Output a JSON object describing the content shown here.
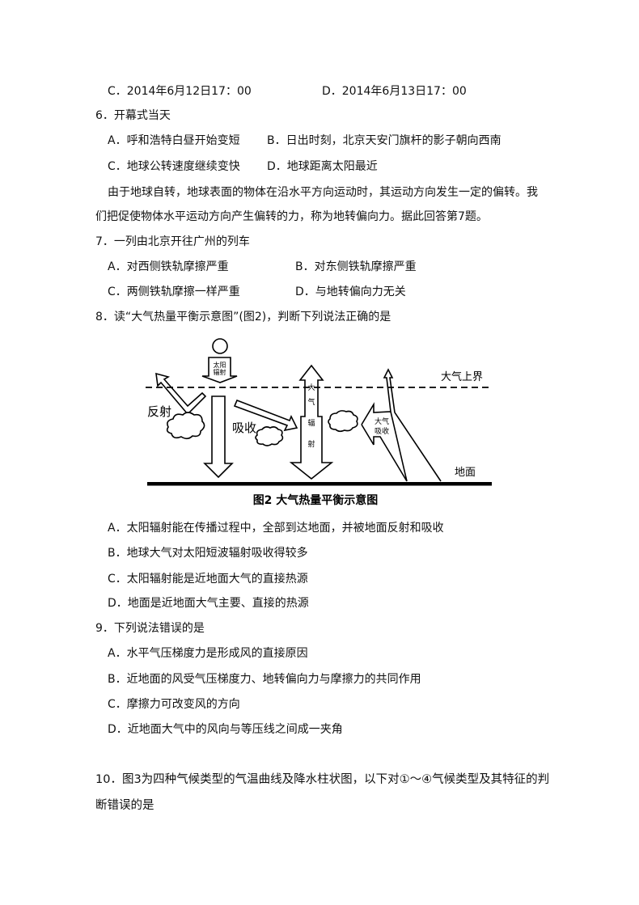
{
  "q5": {
    "option_c": "C．2014年6月12日17：00",
    "option_d": "D．2014年6月13日17：00"
  },
  "q6": {
    "stem": "6．开幕式当天",
    "option_a": "A．呼和浩特白昼开始变短",
    "option_b": "B．日出时刻，北京天安门旗杆的影子朝向西南",
    "option_c": "C．地球公转速度继续变快",
    "option_d": "D．地球距离太阳最近"
  },
  "passage": {
    "line1": "由于地球自转，地球表面的物体在沿水平方向运动时，其运动方向发生一定的偏转。我",
    "line2": "们把促使物体水平运动方向产生偏转的力，称为地转偏向力。据此回答第7题。"
  },
  "q7": {
    "stem": "7．一列由北京开往广州的列车",
    "option_a": "A．对西侧铁轨摩擦严重",
    "option_b": "B．对东侧铁轨摩擦严重",
    "option_c": "C．两侧铁轨摩擦一样严重",
    "option_d": "D．与地转偏向力无关"
  },
  "q8": {
    "stem": "8．读“大气热量平衡示意图”(图2)，判断下列说法正确的是",
    "figure": {
      "sun_label_1": "太阳",
      "sun_label_2": "辐射",
      "reflect": "反射",
      "absorb": "吸收",
      "atm_rad": [
        "大",
        "气",
        "辐",
        "射"
      ],
      "atm_absorb_1": "大气",
      "atm_absorb_2": "吸收",
      "top": "大气上界",
      "ground": "地面",
      "caption": "图2  大气热量平衡示意图"
    },
    "option_a": "A．太阳辐射能在传播过程中，全部到达地面，并被地面反射和吸收",
    "option_b": "B．地球大气对太阳短波辐射吸收得较多",
    "option_c": "C．太阳辐射能是近地面大气的直接热源",
    "option_d": "D．地面是近地面大气主要、直接的热源"
  },
  "q9": {
    "stem": "9．下列说法错误的是",
    "option_a": "A．水平气压梯度力是形成风的直接原因",
    "option_b": "B．近地面的风受气压梯度力、地转偏向力与摩擦力的共同作用",
    "option_c": "C．摩擦力可改变风的方向",
    "option_d": "D．近地面大气中的风向与等压线之间成一夹角"
  },
  "q10": {
    "line1": "10．图3为四种气候类型的气温曲线及降水柱状图，以下对①～④气候类型及其特征的判",
    "line2": "断错误的是"
  }
}
